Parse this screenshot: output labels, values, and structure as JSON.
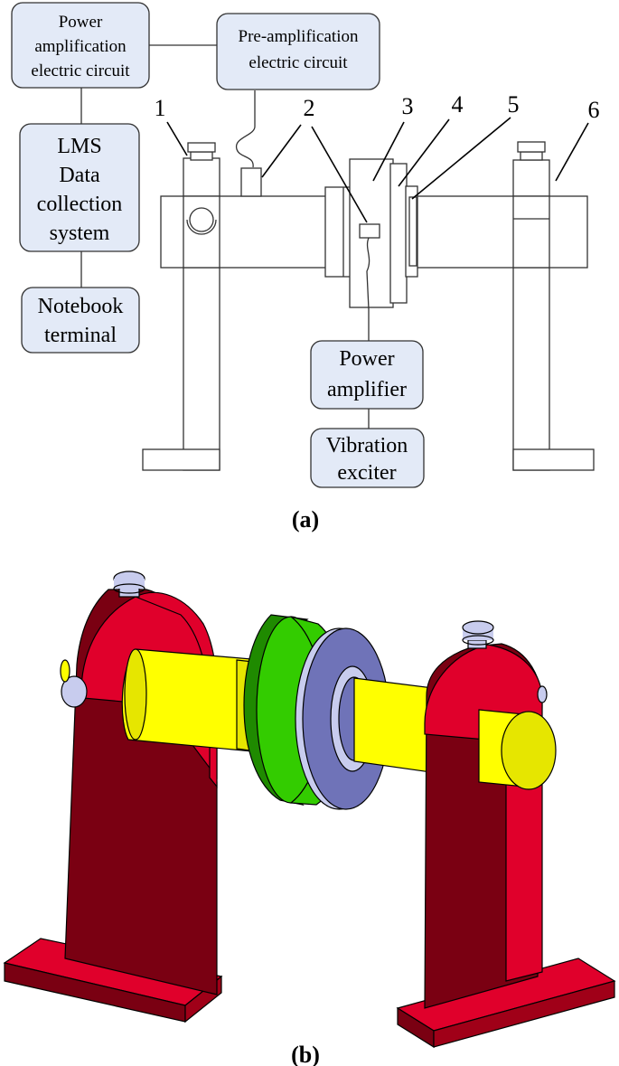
{
  "panel_a": {
    "label": "(a)",
    "boxes": {
      "power_amp_circuit": [
        "Power",
        "amplification",
        "electric circuit"
      ],
      "pre_amp_circuit": [
        "Pre-amplification",
        "electric circuit"
      ],
      "lms": [
        "LMS",
        "Data",
        "collection",
        "system"
      ],
      "notebook": [
        "Notebook",
        "terminal"
      ],
      "power_amplifier": [
        "Power",
        "amplifier"
      ],
      "vibration_exciter": [
        "Vibration",
        "exciter"
      ]
    },
    "part_numbers": [
      "1",
      "2",
      "2",
      "3",
      "4",
      "5",
      "6"
    ]
  },
  "panel_b": {
    "label": "(b)"
  },
  "colors": {
    "box_fill": "#e3eaf7",
    "support_red": "#e0002b",
    "support_dark": "#7a0012",
    "shaft_yellow": "#ffff00",
    "ring_green": "#33cc00",
    "disc_blue": "#6f73b8"
  }
}
